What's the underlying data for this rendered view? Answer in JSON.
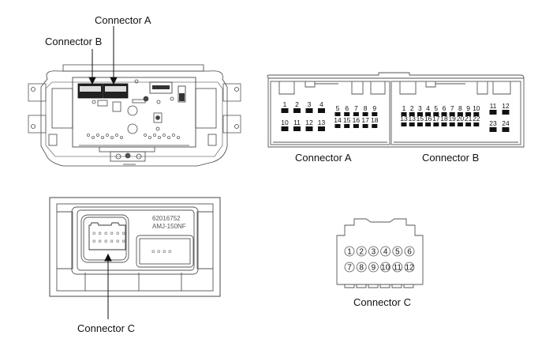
{
  "labels": {
    "connector_a_top": "Connector A",
    "connector_b_top": "Connector B",
    "connector_a_caption": "Connector A",
    "connector_b_caption": "Connector B",
    "connector_c_unit_caption": "Connector  C",
    "connector_c_caption": "Connector  C"
  },
  "module": {
    "part_number": "62016752",
    "model": "AMJ-150NF"
  },
  "connector_a": {
    "top_row_large": [
      "1",
      "2",
      "3",
      "4"
    ],
    "bottom_row_large": [
      "10",
      "11",
      "12",
      "13"
    ],
    "top_row_small": [
      "5",
      "6",
      "7",
      "8",
      "9"
    ],
    "bottom_row_small": [
      "14",
      "15",
      "16",
      "17",
      "18"
    ]
  },
  "connector_b": {
    "top_row_small": [
      "1",
      "2",
      "3",
      "4",
      "5",
      "6",
      "7",
      "8",
      "9",
      "10"
    ],
    "bottom_row_small": [
      "13",
      "13",
      "15",
      "16",
      "17",
      "18",
      "19",
      "20",
      "21",
      "22"
    ],
    "top_row_large": [
      "11",
      "12"
    ],
    "bottom_row_large": [
      "23",
      "24"
    ]
  },
  "connector_c": {
    "top_row": [
      "1",
      "2",
      "3",
      "4",
      "5",
      "6"
    ],
    "bottom_row": [
      "7",
      "8",
      "9",
      "10",
      "11",
      "12"
    ]
  }
}
